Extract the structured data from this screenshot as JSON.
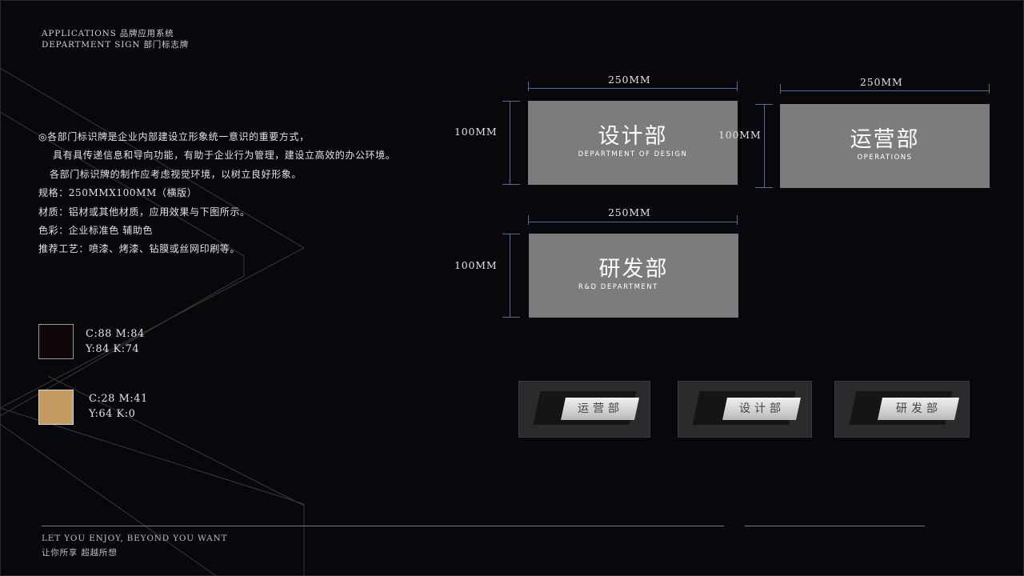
{
  "header": {
    "line1": "APPLICATIONS 品牌应用系统",
    "line2": "DEPARTMENT SIGN 部门标志牌"
  },
  "description": [
    "◎各部门标识牌是企业内部建设立形象统一意识的重要方式，",
    "具有具传递信息和导向功能，有助于企业行为管理，建设立高效的办公环境。",
    "各部门标识牌的制作应考虑视觉环境，以树立良好形象。",
    "规格：250MMX100MM（横版）",
    "材质：铝材或其他材质，应用效果与下图所示。",
    "色彩：企业标准色  辅助色",
    "推荐工艺：喷漆、烤漆、钻膜或丝网印刷等。"
  ],
  "colors": [
    {
      "color": "#110708",
      "line1": "C:88  M:84",
      "line2": "Y:84 K:74"
    },
    {
      "color": "#c39a62",
      "line1": "C:28  M:41",
      "line2": "Y:64 K:0"
    }
  ],
  "signs": [
    {
      "cn": "设计部",
      "en": "DEPARTMENT OF DESIGN",
      "width_label": "250MM",
      "height_label": "100MM"
    },
    {
      "cn": "运营部",
      "en": "OPERATIONS",
      "width_label": "250MM",
      "height_label": "100MM"
    },
    {
      "cn": "研发部",
      "en": "R&D DEPARTMENT",
      "width_label": "250MM",
      "height_label": "100MM"
    }
  ],
  "photos": [
    "运营部",
    "设计部",
    "研发部"
  ],
  "footer": {
    "en": "LET YOU ENJOY, BEYOND YOU WANT",
    "cn": "让你所享 超越所想"
  },
  "theme": {
    "background": "#08070b",
    "sign_gray": "#7c7c7c",
    "dimension_blue": "#4e6f9a"
  }
}
